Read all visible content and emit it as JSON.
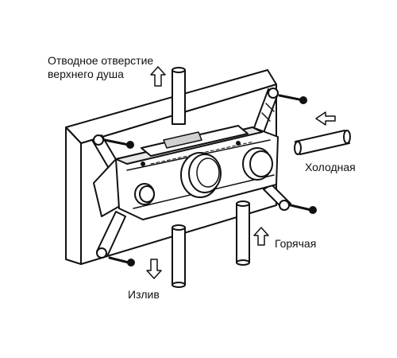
{
  "labels": {
    "upper_shower_outlet": [
      "Отводное отверстие",
      "верхнего душа"
    ],
    "cold": "Холодная",
    "hot": "Горячая",
    "spout": "Излив"
  },
  "colors": {
    "line": "#111111",
    "fill": "#ffffff",
    "shade": "#d0d0d0"
  }
}
